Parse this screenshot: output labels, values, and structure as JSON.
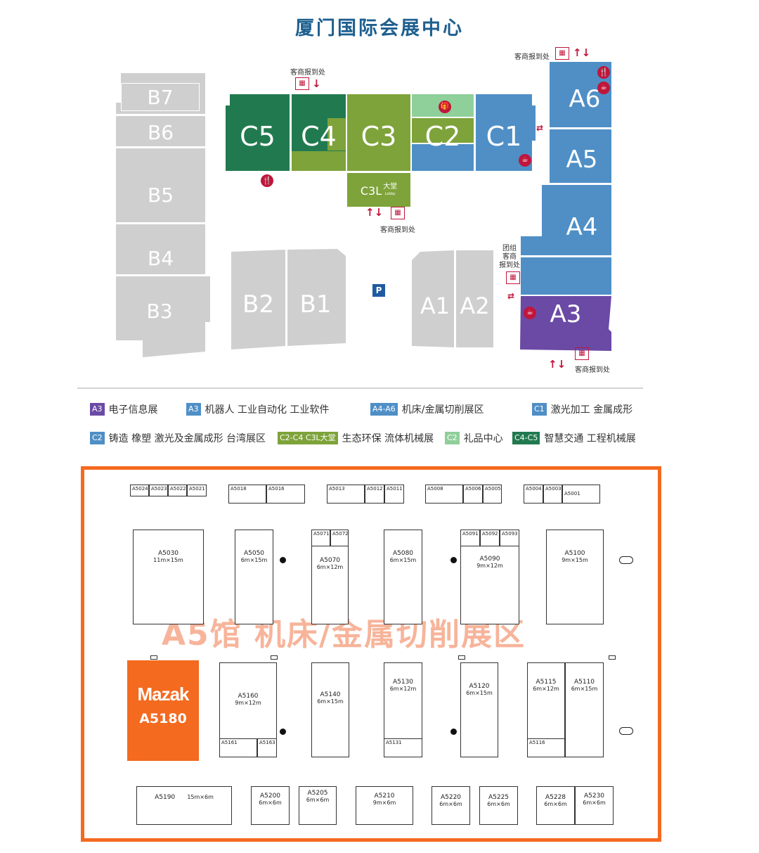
{
  "title": "厦门国际会展中心",
  "halls": {
    "b7": "B7",
    "b6": "B6",
    "b5": "B5",
    "b4": "B4",
    "b3": "B3",
    "b2": "B2",
    "b1": "B1",
    "c5": "C5",
    "c4": "C4",
    "c3": "C3",
    "c2": "C2",
    "c1": "C1",
    "c3l": "C3L",
    "c3l_sub": "大堂",
    "c3l_lobby": "Lobby",
    "a1": "A1",
    "a2": "A2",
    "a3": "A3",
    "a4": "A4",
    "a5": "A5",
    "a6": "A6",
    "parking": "P"
  },
  "services": {
    "reg1": "客商报到处",
    "reg2": "客商报到处",
    "reg3": "客商报到处",
    "reg4": "客商报到处",
    "group_line1": "团组",
    "group_line2": "客商",
    "group_line3": "报到处"
  },
  "legend": [
    {
      "tag": "A3",
      "color": "#6a4aa5",
      "text": "电子信息展"
    },
    {
      "tag": "A3",
      "color": "#4f8fc6",
      "text": "机器人 工业自动化 工业软件"
    },
    {
      "tag": "A4-A6",
      "color": "#4f8fc6",
      "text": "机床/金属切削展区"
    },
    {
      "tag": "C1",
      "color": "#4f8fc6",
      "text": "激光加工 金属成形"
    },
    {
      "tag": "C2",
      "color": "#4f8fc6",
      "text": "铸造 橡塑 激光及金属成形 台湾展区"
    },
    {
      "tag": "C2-C4 C3L大堂",
      "color": "#7ea33a",
      "text": "生态环保 流体机械展"
    },
    {
      "tag": "C2",
      "color": "#8fcf9a",
      "text": "礼品中心"
    },
    {
      "tag": "C4-C5",
      "color": "#217a4f",
      "text": "智慧交通 工程机械展"
    }
  ],
  "colors": {
    "blue_hall": "#4f8fc6",
    "purple_hall": "#6a4aa5",
    "green_light": "#7ea33a",
    "green_dark": "#217a4f",
    "mint": "#8fcf9a",
    "grey": "#cfcfcf",
    "accent_orange": "#f46a1f",
    "service_red": "#c0163b"
  },
  "floorplan": {
    "watermark": "A5馆  机床/金属切削展区",
    "mazak_logo": "Mazak",
    "mazak_booth": "A5180",
    "top_row": [
      "A5024",
      "A5023",
      "A5022",
      "A5021",
      "A5018",
      "A5016",
      "A5013",
      "A5012",
      "A5011",
      "A5008",
      "A5006",
      "A5005",
      "A5004",
      "A5003",
      "A5001"
    ],
    "booths": {
      "a5030": "A5030",
      "a5030_size": "11m×15m",
      "a5050": "A5050",
      "a5050_size": "6m×15m",
      "a5070": "A5070",
      "a5070_size": "6m×12m",
      "a5071": "A5071",
      "a5072": "A5072",
      "a5080": "A5080",
      "a5080_size": "6m×15m",
      "a5090": "A5090",
      "a5090_size": "9m×12m",
      "a5091": "A5091",
      "a5092": "A5092",
      "a5093": "A5093",
      "a5100": "A5100",
      "a5100_size": "9m×15m",
      "a5160": "A5160",
      "a5160_size": "9m×12m",
      "a5161": "A5161",
      "a5163": "A5163",
      "a5140": "A5140",
      "a5140_size": "6m×15m",
      "a5130": "A5130",
      "a5130_size": "6m×12m",
      "a5131": "A5131",
      "a5120": "A5120",
      "a5120_size": "6m×15m",
      "a5115": "A5115",
      "a5115_size": "6m×12m",
      "a5116": "A5116",
      "a5110": "A5110",
      "a5110_size": "6m×15m",
      "a5190": "A5190",
      "a5190_size": "15m×6m",
      "a5200": "A5200",
      "a5200_size": "6m×6m",
      "a5205": "A5205",
      "a5205_size": "6m×6m",
      "a5210": "A5210",
      "a5210_size": "9m×6m",
      "a5220": "A5220",
      "a5220_size": "6m×6m",
      "a5225": "A5225",
      "a5225_size": "6m×6m",
      "a5228": "A5228",
      "a5228_size": "6m×6m",
      "a5230": "A5230",
      "a5230_size": "6m×6m"
    }
  }
}
